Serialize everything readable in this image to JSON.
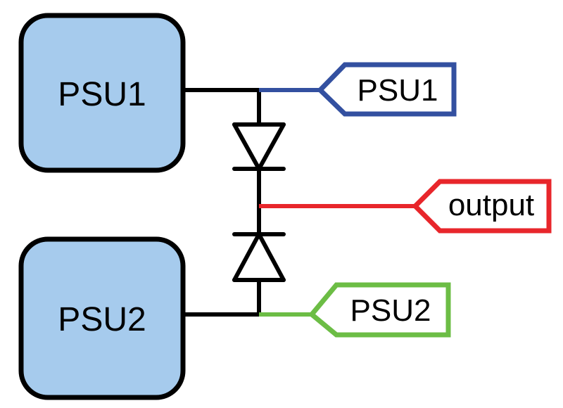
{
  "blocks": {
    "psu1": {
      "label": "PSU1"
    },
    "psu2": {
      "label": "PSU2"
    }
  },
  "net_labels": {
    "psu1": {
      "text": "PSU1"
    },
    "output": {
      "text": "output"
    },
    "psu2": {
      "text": "PSU2"
    }
  },
  "colors": {
    "block_fill": "#a6cbed",
    "outline": "#000000",
    "psu1_net": "#3350a0",
    "output_net": "#e8262b",
    "psu2_net": "#6cbd45"
  }
}
